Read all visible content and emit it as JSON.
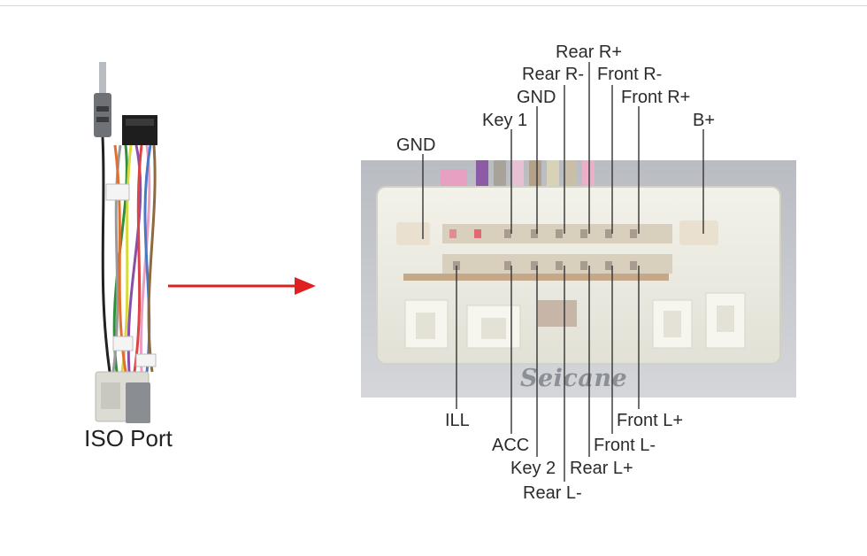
{
  "caption": "ISO Port",
  "brand": "Seicane",
  "labels": {
    "rear_r_plus": "Rear R+",
    "rear_r_minus": "Rear R-",
    "front_r_minus": "Front R-",
    "gnd_top": "GND",
    "front_r_plus": "Front R+",
    "key1": "Key 1",
    "b_plus": "B+",
    "gnd_left": "GND",
    "ill": "ILL",
    "acc": "ACC",
    "key2": "Key 2",
    "rear_l_minus": "Rear L-",
    "rear_l_plus": "Rear L+",
    "front_l_minus": "Front L-",
    "front_l_plus": "Front L+"
  },
  "colors": {
    "arrow": "#e02020",
    "connector": "#ecebe0",
    "leader": "#333333"
  }
}
